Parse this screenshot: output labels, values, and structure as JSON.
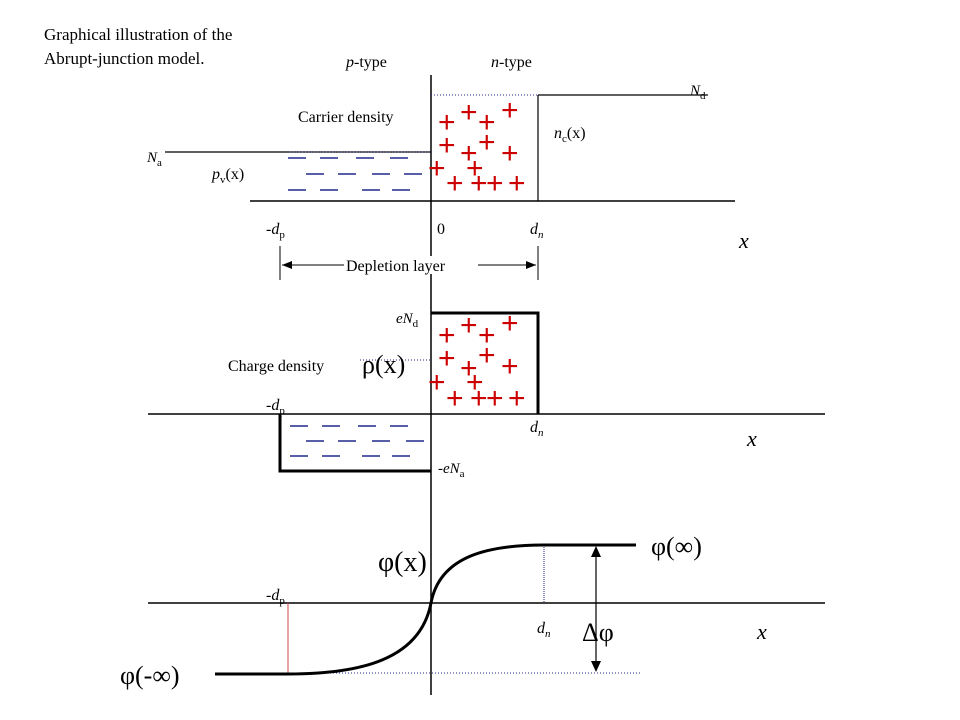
{
  "caption": {
    "line1": "Graphical illustration of the",
    "line2": "Abrupt-junction model."
  },
  "top_panel": {
    "p_type": "p",
    "p_type_suffix": "-type",
    "n_type": "n",
    "n_type_suffix": "-type",
    "carrier_density": "Carrier density",
    "Nd_main": "N",
    "Nd_sub": "d",
    "Na_main": "N",
    "Na_sub": "a",
    "nc_main": "n",
    "nc_sub": "c",
    "nc_arg": "(x)",
    "pv_main": "p",
    "pv_sub": "v",
    "pv_arg": "(x)",
    "neg_dp_prefix": "-",
    "neg_dp_main": "d",
    "neg_dp_sub": "p",
    "zero": "0",
    "dn_main": "d",
    "dn_sub": "n",
    "x_label": "x",
    "depletion": "Depletion layer"
  },
  "middle_panel": {
    "eNd_main": "eN",
    "eNd_sub": "d",
    "charge_density": "Charge density",
    "rho": "ρ(x)",
    "neg_dp_prefix": "-",
    "neg_dp_main": "d",
    "neg_dp_sub": "p",
    "dn_main": "d",
    "dn_sub": "n",
    "neg_eNa_main": "-eN",
    "neg_eNa_sub": "a",
    "x_label": "x"
  },
  "bottom_panel": {
    "phi_x": "φ(x)",
    "phi_inf": "φ(∞)",
    "phi_neg_inf": "φ(-∞)",
    "delta_phi": "Δφ",
    "neg_dp_prefix": "-",
    "neg_dp_main": "d",
    "neg_dp_sub": "p",
    "dn_main": "d",
    "dn_sub": "n",
    "x_label": "x"
  },
  "colors": {
    "plus": "#cc0000",
    "minus": "#1f2a8a",
    "guide_blue": "#1f2a8a",
    "guide_red": "#cc4444"
  }
}
